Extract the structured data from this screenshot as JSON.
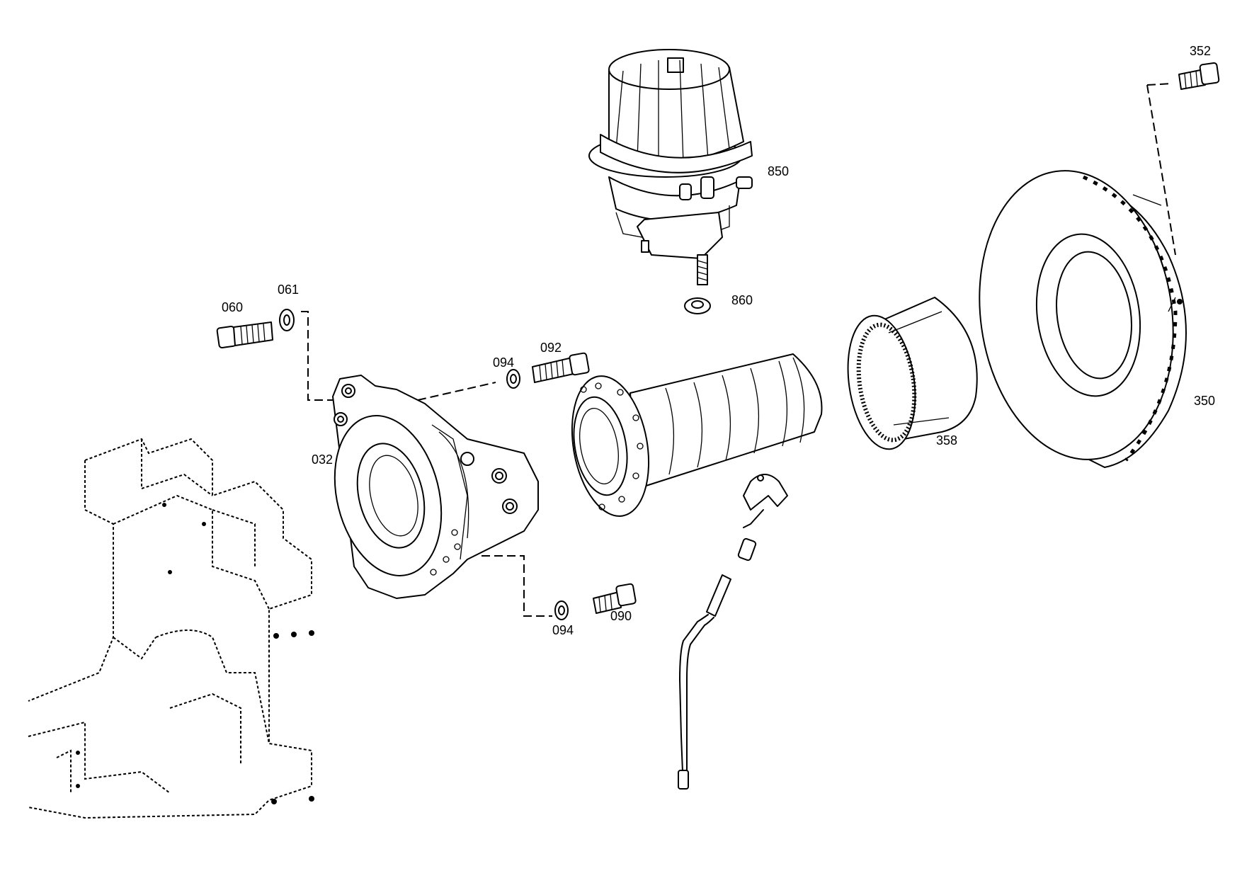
{
  "labels": {
    "p032": "032",
    "p060": "060",
    "p061": "061",
    "p090": "090",
    "p092": "092",
    "p094_top": "094",
    "p094_bottom": "094",
    "p350": "350",
    "p352": "352",
    "p358": "358",
    "p850": "850",
    "p860": "860"
  }
}
